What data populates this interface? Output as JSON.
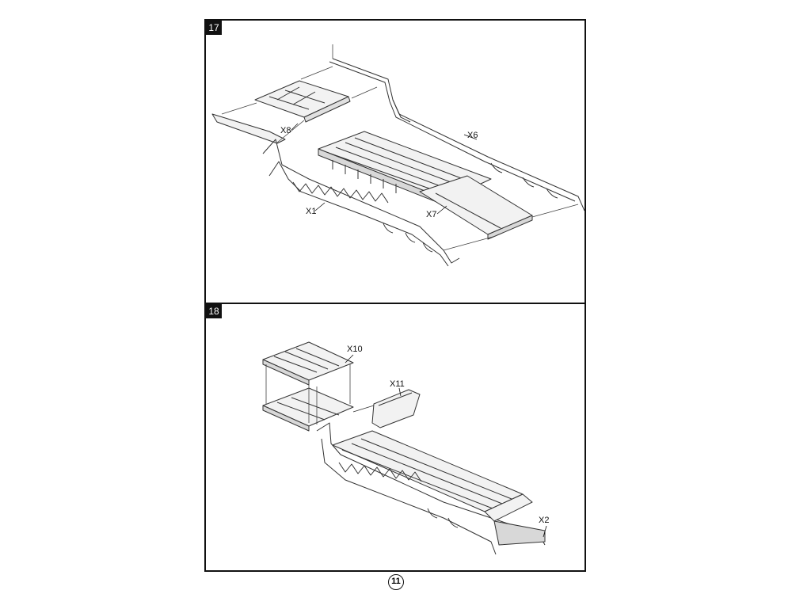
{
  "steps": [
    {
      "number": "17",
      "labels": {
        "x8": "X8",
        "x6": "X6",
        "x1": "X1",
        "x7": "X7"
      }
    },
    {
      "number": "18",
      "labels": {
        "x10": "X10",
        "x11": "X11",
        "x2": "X2"
      }
    }
  ],
  "page_number": "11"
}
